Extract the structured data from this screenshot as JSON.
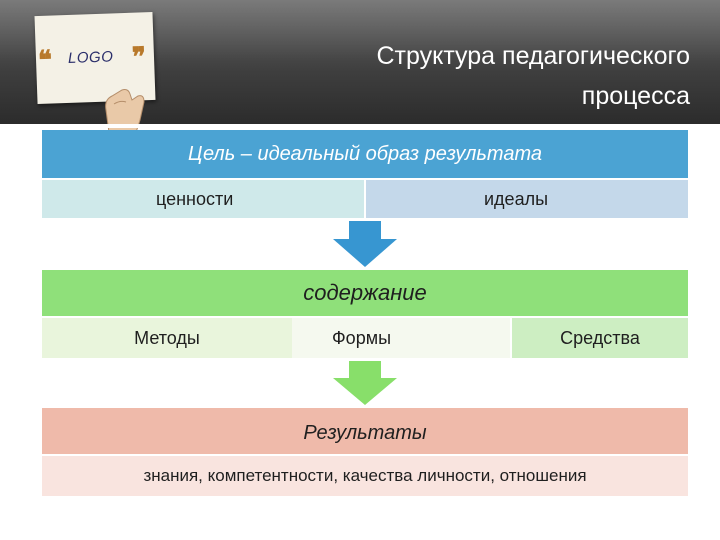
{
  "header": {
    "logo": "LOGO",
    "title_line1": "Структура педагогического",
    "title_line2": "процесса"
  },
  "diagram": {
    "goal": {
      "heading": "Цель – идеальный образ результата",
      "items": [
        "ценности",
        "идеалы"
      ]
    },
    "content": {
      "heading": "содержание",
      "items": [
        "Методы",
        "Формы",
        "Средства"
      ]
    },
    "results": {
      "heading": "Результаты",
      "detail": "знания, компетентности, качества личности, отношения"
    }
  },
  "colors": {
    "goal_header": "#4ba3d3",
    "goal_item_left": "#cfe9ea",
    "goal_item_right": "#c4d8ea",
    "arrow_blue": "#3796d1",
    "content_header": "#8fe07a",
    "content_item_left": "#e9f5dc",
    "content_item_mid": "#f5f9ef",
    "content_item_right": "#cdeec2",
    "arrow_green": "#88df6a",
    "results_header": "#efbaaa",
    "results_detail": "#f9e4df"
  }
}
